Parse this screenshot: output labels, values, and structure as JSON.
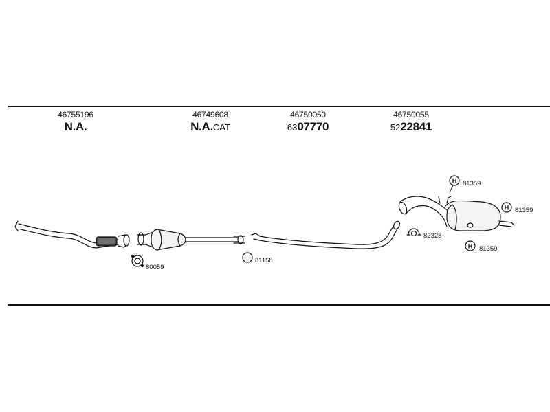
{
  "parts": [
    {
      "part_number": "46755196",
      "code_prefix": "",
      "code_main": "N.A.",
      "code_suffix": ""
    },
    {
      "part_number": "46749608",
      "code_prefix": "",
      "code_main": "N.A.",
      "code_suffix": "CAT"
    },
    {
      "part_number": "46750050",
      "code_prefix": "63",
      "code_main": "07770",
      "code_suffix": ""
    },
    {
      "part_number": "46750055",
      "code_prefix": "52",
      "code_main": "22841",
      "code_suffix": ""
    }
  ],
  "accessories": {
    "gasket_front": "80059",
    "ring_mid": "81158",
    "clamp": "82328",
    "hanger_top": "81359",
    "hanger_right": "81359",
    "hanger_bottom": "81359",
    "hanger_symbol": "H"
  }
}
